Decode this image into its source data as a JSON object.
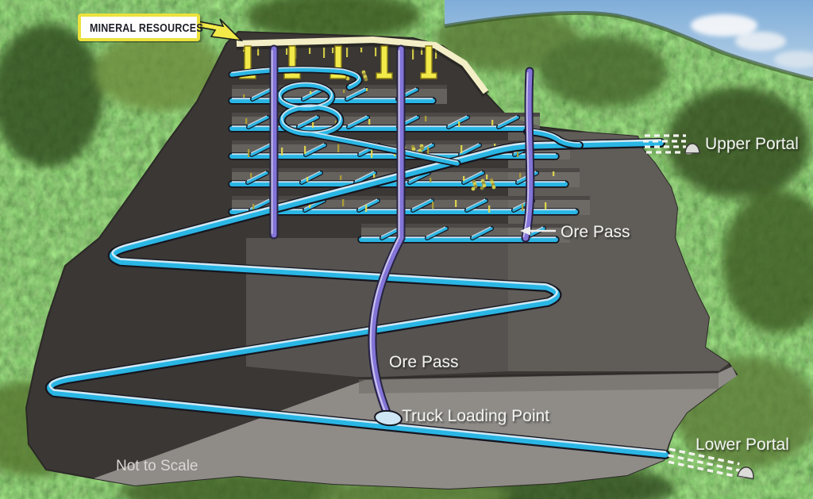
{
  "labels": {
    "mineral_resources": "MINERAL RESOURCES",
    "upper_portal": "Upper Portal",
    "ore_pass_upper": "Ore Pass",
    "ore_pass_mid": "Ore Pass",
    "truck_loading_point": "Truck Loading Point",
    "lower_portal": "Lower Portal",
    "not_to_scale": "Not to Scale"
  },
  "colors": {
    "tunnel_cyan": "#2ab6e4",
    "tunnel_highlight": "#d9ecf7",
    "ore_pass_purple": "#8374d8",
    "mineral_yellow": "#f2ea49",
    "sill_cream": "#f3eec6",
    "rock_dark": "#3a3734",
    "rock_mid": "#605c58",
    "rock_floor": "#8f8c88",
    "callout_border": "#ece23c",
    "callout_bg": "#ffffff",
    "label_white": "#f1f2f0"
  }
}
